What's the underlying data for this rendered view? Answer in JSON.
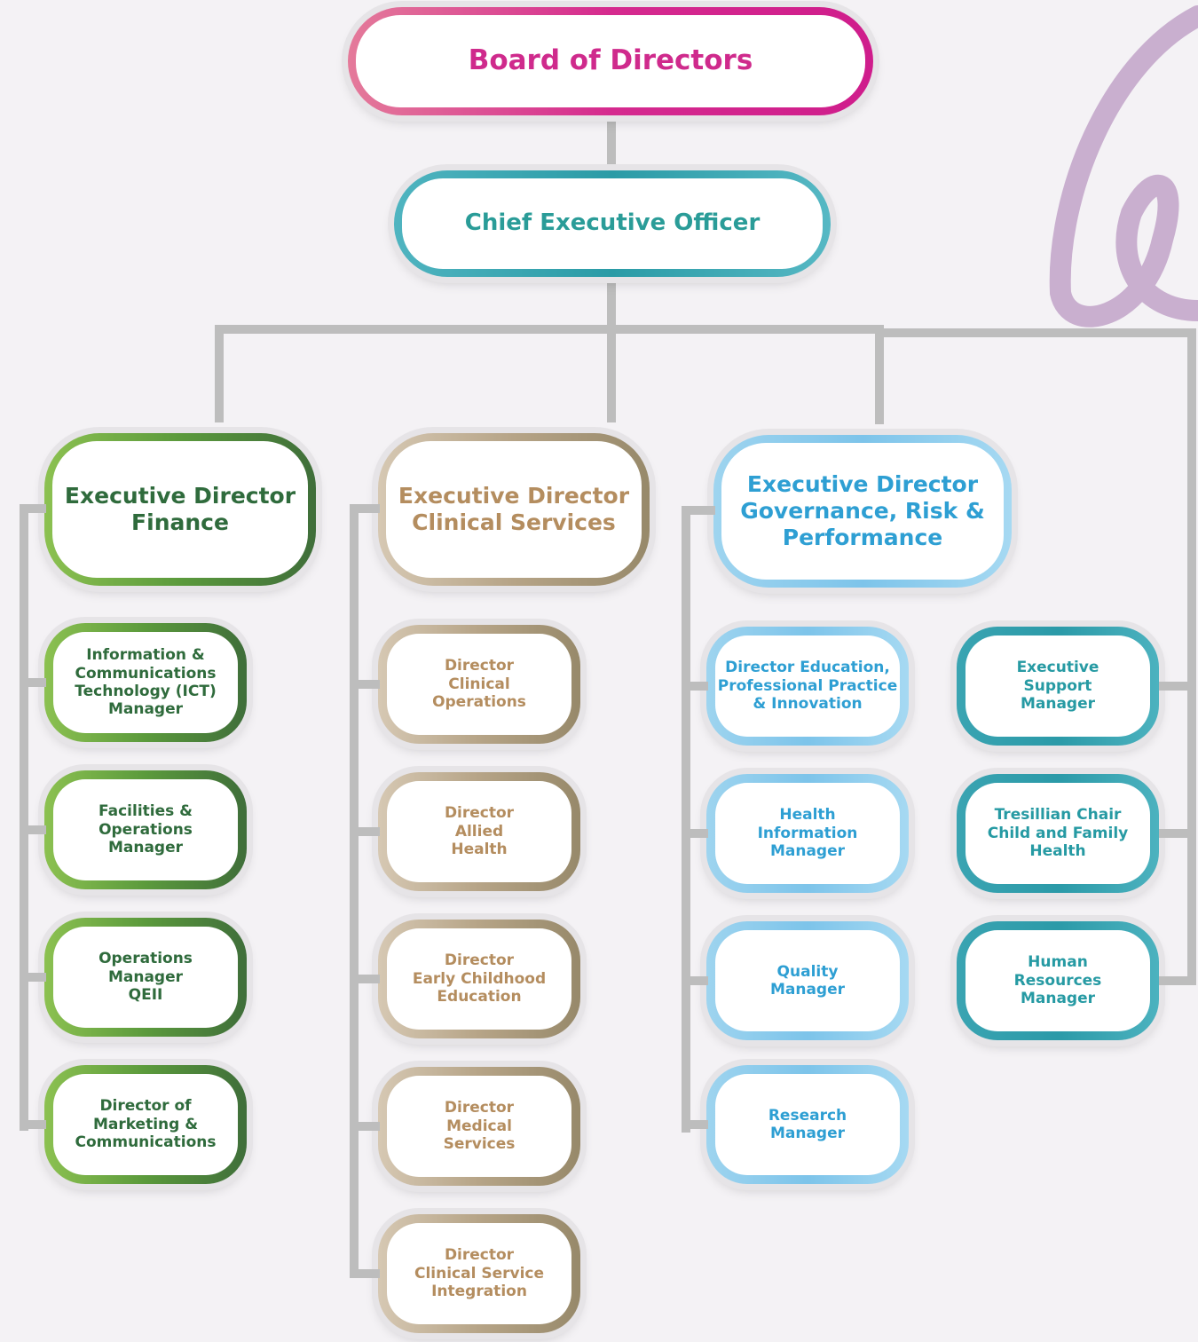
{
  "board": {
    "label": "Board of Directors",
    "color": "#cf2a8c"
  },
  "ceo": {
    "label": "Chief Executive Officer",
    "color": "#2a9c98"
  },
  "finance": {
    "title": "Executive Director\nFinance",
    "color": "#2f6b3c",
    "reports": [
      "Information &\nCommunications\nTechnology (ICT)\nManager",
      "Facilities  &\nOperations\nManager",
      "Operations\nManager\nQEII",
      "Director of\nMarketing &\nCommunications"
    ]
  },
  "clinical": {
    "title": "Executive Director\nClinical Services",
    "color": "#b48d5f",
    "reports": [
      "Director\nClinical\nOperations",
      "Director\nAllied\nHealth",
      "Director\nEarly Childhood\nEducation",
      "Director\nMedical\nServices",
      "Director\nClinical Service\nIntegration"
    ]
  },
  "governance": {
    "title": "Executive Director\nGovernance, Risk &\nPerformance",
    "color": "#2e9fd3",
    "reports": [
      "Director Education,\nProfessional Practice\n& Innovation",
      "Health\nInformation\nManager",
      "Quality\nManager",
      "Research\nManager"
    ]
  },
  "ceo_direct": {
    "color": "#269aa3",
    "reports": [
      "Executive\nSupport\nManager",
      "Tresillian Chair\nChild and Family\nHealth",
      "Human\nResources\nManager"
    ]
  }
}
